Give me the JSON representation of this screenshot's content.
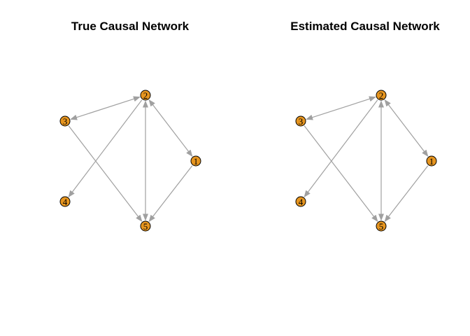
{
  "colors": {
    "node_fill": "#e6951f",
    "edge": "#a0a0a0",
    "node_border": "#000000"
  },
  "networks": [
    {
      "title": "True Causal Network",
      "nodes": [
        "1",
        "2",
        "3",
        "4",
        "5"
      ],
      "edges": [
        {
          "from": "1",
          "to": "2",
          "bidirectional": true
        },
        {
          "from": "2",
          "to": "3",
          "bidirectional": true
        },
        {
          "from": "2",
          "to": "4",
          "bidirectional": false
        },
        {
          "from": "2",
          "to": "5",
          "bidirectional": true
        },
        {
          "from": "3",
          "to": "5",
          "bidirectional": false
        },
        {
          "from": "1",
          "to": "5",
          "bidirectional": false
        }
      ]
    },
    {
      "title": "Estimated Causal Network",
      "nodes": [
        "1",
        "2",
        "3",
        "4",
        "5"
      ],
      "edges": [
        {
          "from": "1",
          "to": "2",
          "bidirectional": true
        },
        {
          "from": "2",
          "to": "3",
          "bidirectional": true
        },
        {
          "from": "2",
          "to": "4",
          "bidirectional": false
        },
        {
          "from": "2",
          "to": "5",
          "bidirectional": true
        },
        {
          "from": "3",
          "to": "5",
          "bidirectional": false
        },
        {
          "from": "1",
          "to": "5",
          "bidirectional": false
        }
      ]
    }
  ]
}
